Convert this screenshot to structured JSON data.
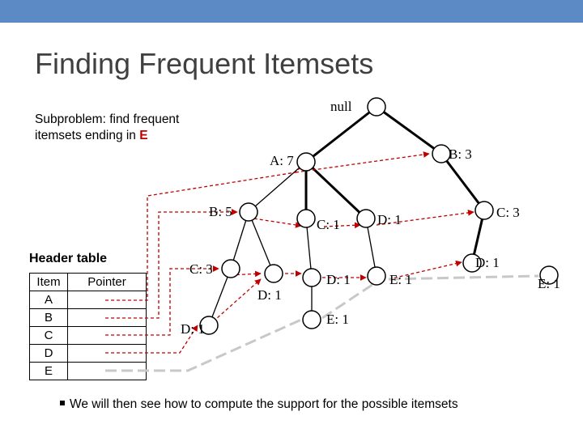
{
  "slide": {
    "title": "Finding Frequent Itemsets",
    "subproblem_prefix": "Subproblem: find frequent itemsets ending in ",
    "subproblem_item": "E",
    "bullet": "We will  then see how to compute the support for the possible itemsets",
    "accent_color": "#5b8ac5",
    "highlight_color": "#c00000"
  },
  "header_table": {
    "caption": "Header table",
    "columns": [
      "Item",
      "Pointer"
    ],
    "rows": [
      "A",
      "B",
      "C",
      "D",
      "E"
    ]
  },
  "tree": {
    "nodes": {
      "null": "null",
      "A7": "A: 7",
      "B3": "B: 3",
      "B5": "B: 5",
      "C1a": "C: 1",
      "D1a": "D: 1",
      "C3b": "C: 3",
      "C3a": "C: 3",
      "D1b": "D: 1",
      "D1c": "D: 1",
      "E1a": "E: 1",
      "D1d": "D: 1",
      "E1b": "E: 1",
      "D1e": "D: 1",
      "E1c": "E: 1"
    }
  }
}
